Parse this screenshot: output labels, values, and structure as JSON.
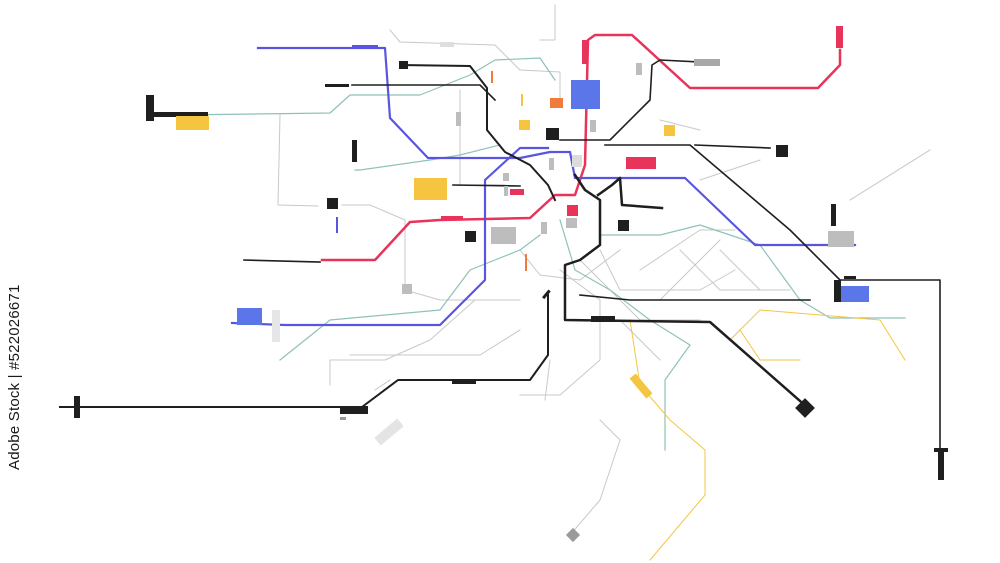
{
  "credit": {
    "text": "Adobe Stock | #522026671"
  },
  "colors": {
    "background": "#ffffff",
    "black": "#1f1f1f",
    "blue": "#5a55e0",
    "red": "#e8335a",
    "teal": "#7fb3ad",
    "gray": "#bdbdbd",
    "yellow": "#f5c542",
    "orange": "#f07b3c",
    "slate_blue": "#5b76e8"
  },
  "lines": [
    {
      "name": "red-line",
      "color": "red"
    },
    {
      "name": "blue-line",
      "color": "blue"
    },
    {
      "name": "black-line-west",
      "color": "black"
    },
    {
      "name": "black-line-northwest",
      "color": "black"
    },
    {
      "name": "black-line-southeast",
      "color": "black"
    },
    {
      "name": "black-line-east",
      "color": "black"
    },
    {
      "name": "teal-line",
      "color": "teal"
    },
    {
      "name": "yellow-line",
      "color": "yellow"
    },
    {
      "name": "gray-lines",
      "color": "gray"
    }
  ]
}
